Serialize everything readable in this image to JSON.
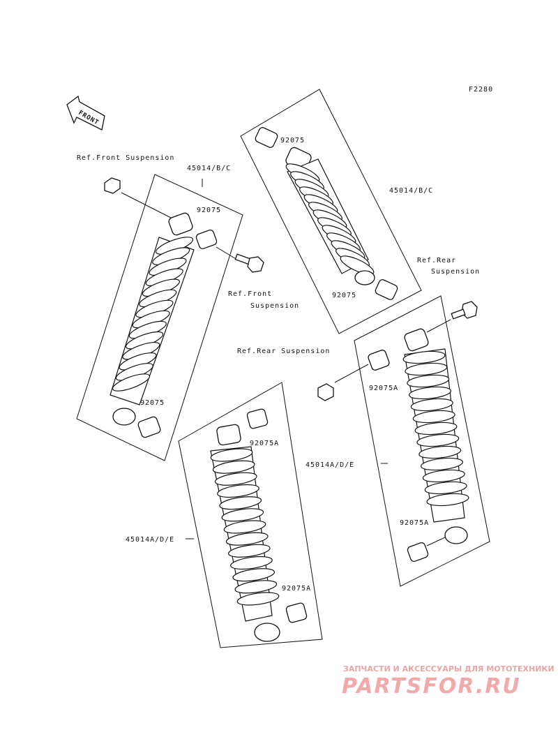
{
  "figure_code": "F2280",
  "front_label": "FRONT",
  "labels": {
    "ref_front_suspension_top": "Ref.Front Suspension",
    "part_45014_bc_left": "45014/B/C",
    "part_92075_left_top": "92075",
    "ref_front_line1": "Ref.Front",
    "ref_front_line2": "Suspension",
    "part_92075_left_bottom": "92075",
    "part_92075_mid_top": "92075",
    "part_45014_bc_right": "45014/B/C",
    "part_92075_mid_bottom": "92075",
    "ref_rear_line1": "Ref.Rear",
    "ref_rear_line2": "Suspension",
    "ref_rear_suspension_mid": "Ref.Rear Suspension",
    "part_92075a_mid": "92075A",
    "part_45014a_right": "45014A/D/E",
    "part_92075a_right": "92075A",
    "part_92075a_bottom_top": "92075A",
    "part_45014a_bottom": "45014A/D/E",
    "part_92075a_bottom_low": "92075A"
  },
  "watermark": {
    "tagline": "ЗАПЧАСТИ И АКСЕССУАРЫ ДЛЯ МОТОТЕХНИКИ",
    "brand": "PARTSFOR.RU"
  },
  "colors": {
    "line": "#111111",
    "background": "#ffffff",
    "watermark": "#f2a9a9"
  }
}
